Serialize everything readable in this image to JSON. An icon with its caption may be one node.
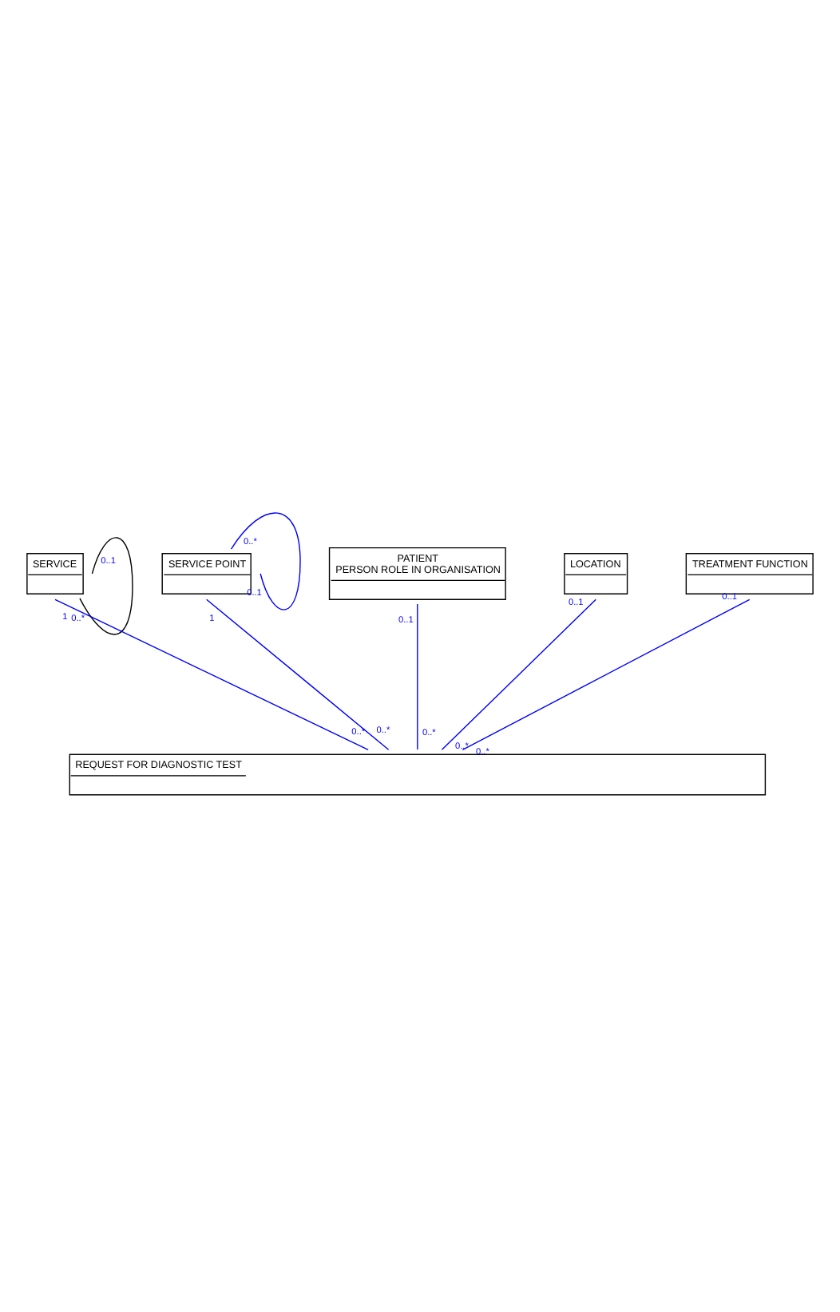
{
  "diagram": {
    "nodes": [
      {
        "text": [
          "SERVICE"
        ]
      },
      {
        "text": [
          "SERVICE POINT"
        ]
      },
      {
        "text": [
          "PATIENT",
          "PERSON ROLE IN ORGANISATION"
        ]
      },
      {
        "text": [
          "LOCATION"
        ]
      },
      {
        "text": [
          "TREATMENT FUNCTION"
        ]
      },
      {
        "text": [
          "REQUEST FOR DIAGNOSTIC TEST"
        ]
      }
    ],
    "edges": [
      {
        "from": 0,
        "to": 0,
        "arrow": "none",
        "color": "#000000"
      },
      {
        "from": 1,
        "to": 1,
        "arrow": "none"
      },
      {
        "from": 0,
        "to": 5,
        "arrow": "none"
      },
      {
        "from": 1,
        "to": 5,
        "arrow": "none"
      },
      {
        "from": 2,
        "to": 5,
        "arrow": "none"
      },
      {
        "from": 3,
        "to": 5,
        "arrow": "none"
      },
      {
        "from": 4,
        "to": 5,
        "arrow": "none"
      }
    ],
    "labels": [
      "0..*",
      "0..1",
      "0..1",
      "1",
      "0..*",
      "1",
      "0..1",
      "0..1",
      "0..1",
      "0..*",
      "0..*",
      "0..*",
      "0..*",
      "0..*"
    ]
  }
}
